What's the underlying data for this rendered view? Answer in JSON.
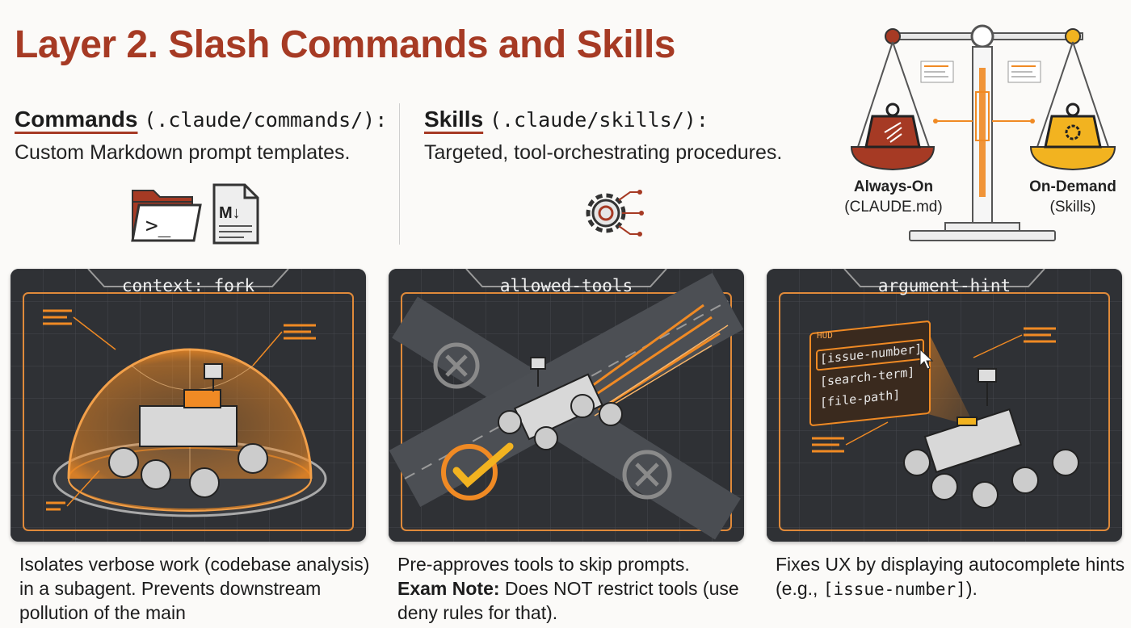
{
  "title": "Layer 2. Slash Commands and Skills",
  "commands": {
    "keyword": "Commands",
    "path": "(.claude/commands/):",
    "description": "Custom Markdown prompt templates."
  },
  "skills": {
    "keyword": "Skills",
    "path": "(.claude/skills/):",
    "description": "Targeted, tool-orchestrating procedures."
  },
  "scale": {
    "left_label": "Always-On",
    "left_sub": "(CLAUDE.md)",
    "right_label": "On-Demand",
    "right_sub": "(Skills)"
  },
  "icons": {
    "commands_folder": "terminal-folder-icon",
    "markdown_file": "markdown-file-icon",
    "skills_gear": "gear-circuit-icon",
    "markdown_mark": "M↓",
    "terminal_prompt": ">_"
  },
  "panels": [
    {
      "tab": "context: fork",
      "desc_1": "Isolates verbose work (codebase analysis) in a subagent. Prevents downstream pollution of the main"
    },
    {
      "tab": "allowed-tools",
      "desc_1": "Pre-approves tools to skip prompts.",
      "desc_bold": "Exam Note:",
      "desc_2": " Does NOT restrict tools (use deny rules for that)."
    },
    {
      "tab": "argument-hint",
      "desc_1": "Fixes UX by displaying autocomplete hints (e.g., ",
      "desc_mono": "[issue-number]",
      "desc_2": ").",
      "hud_title": "HUD",
      "hud_items": [
        "[issue-number]",
        "[search-term]",
        "[file-path]"
      ]
    }
  ],
  "colors": {
    "accent": "#a63a24",
    "orange": "#f08a24",
    "gold": "#f2b320",
    "panel": "#2f3135"
  }
}
